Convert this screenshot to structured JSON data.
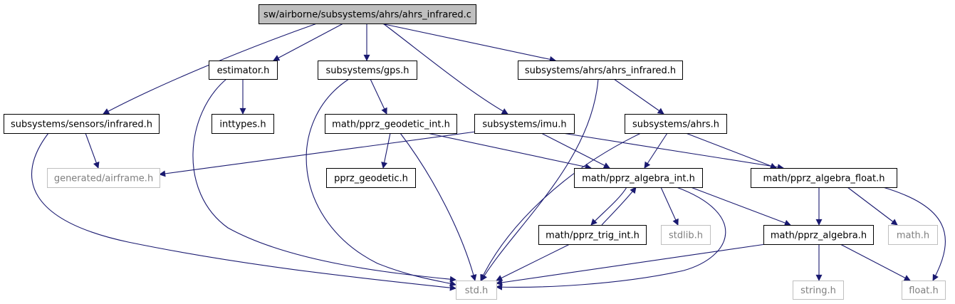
{
  "colors": {
    "edge": "#191970",
    "solid_border": "#000000",
    "gray_border": "#bfbfbf",
    "root_fill": "#bfbfbf",
    "text": "#000000",
    "gray_text": "#7f7f7f"
  },
  "nodes": [
    {
      "id": "root",
      "label": "sw/airborne/subsystems/ahrs/ahrs_infrared.c",
      "style": "root"
    },
    {
      "id": "estimator",
      "label": "estimator.h",
      "style": "solid"
    },
    {
      "id": "gps",
      "label": "subsystems/gps.h",
      "style": "solid"
    },
    {
      "id": "ahrs_infrared_h",
      "label": "subsystems/ahrs/ahrs_infrared.h",
      "style": "solid"
    },
    {
      "id": "infrared",
      "label": "subsystems/sensors/infrared.h",
      "style": "solid"
    },
    {
      "id": "inttypes",
      "label": "inttypes.h",
      "style": "solid"
    },
    {
      "id": "geodetic_int",
      "label": "math/pprz_geodetic_int.h",
      "style": "solid"
    },
    {
      "id": "imu",
      "label": "subsystems/imu.h",
      "style": "solid"
    },
    {
      "id": "ahrs",
      "label": "subsystems/ahrs.h",
      "style": "solid"
    },
    {
      "id": "airframe",
      "label": "generated/airframe.h",
      "style": "gray"
    },
    {
      "id": "pprz_geodetic",
      "label": "pprz_geodetic.h",
      "style": "solid"
    },
    {
      "id": "algebra_int",
      "label": "math/pprz_algebra_int.h",
      "style": "solid"
    },
    {
      "id": "algebra_float",
      "label": "math/pprz_algebra_float.h",
      "style": "solid"
    },
    {
      "id": "trig_int",
      "label": "math/pprz_trig_int.h",
      "style": "solid"
    },
    {
      "id": "stdlib",
      "label": "stdlib.h",
      "style": "gray"
    },
    {
      "id": "algebra",
      "label": "math/pprz_algebra.h",
      "style": "solid"
    },
    {
      "id": "math",
      "label": "math.h",
      "style": "gray"
    },
    {
      "id": "std",
      "label": "std.h",
      "style": "gray"
    },
    {
      "id": "string",
      "label": "string.h",
      "style": "gray"
    },
    {
      "id": "float",
      "label": "float.h",
      "style": "gray"
    }
  ],
  "edges": [
    {
      "from": "root",
      "to": "estimator"
    },
    {
      "from": "root",
      "to": "gps"
    },
    {
      "from": "root",
      "to": "ahrs_infrared_h"
    },
    {
      "from": "root",
      "to": "infrared"
    },
    {
      "from": "root",
      "to": "imu"
    },
    {
      "from": "estimator",
      "to": "inttypes"
    },
    {
      "from": "estimator",
      "to": "std"
    },
    {
      "from": "gps",
      "to": "geodetic_int"
    },
    {
      "from": "gps",
      "to": "std"
    },
    {
      "from": "ahrs_infrared_h",
      "to": "ahrs"
    },
    {
      "from": "ahrs_infrared_h",
      "to": "std"
    },
    {
      "from": "infrared",
      "to": "airframe"
    },
    {
      "from": "infrared",
      "to": "std"
    },
    {
      "from": "geodetic_int",
      "to": "pprz_geodetic"
    },
    {
      "from": "geodetic_int",
      "to": "algebra_int"
    },
    {
      "from": "geodetic_int",
      "to": "std"
    },
    {
      "from": "imu",
      "to": "airframe"
    },
    {
      "from": "imu",
      "to": "algebra_int"
    },
    {
      "from": "imu",
      "to": "algebra_float"
    },
    {
      "from": "ahrs",
      "to": "algebra_int"
    },
    {
      "from": "ahrs",
      "to": "algebra_float"
    },
    {
      "from": "ahrs",
      "to": "std"
    },
    {
      "from": "algebra_int",
      "to": "trig_int"
    },
    {
      "from": "trig_int",
      "to": "algebra_int"
    },
    {
      "from": "algebra_int",
      "to": "stdlib"
    },
    {
      "from": "algebra_int",
      "to": "algebra"
    },
    {
      "from": "algebra_int",
      "to": "std"
    },
    {
      "from": "trig_int",
      "to": "std"
    },
    {
      "from": "algebra_float",
      "to": "algebra"
    },
    {
      "from": "algebra_float",
      "to": "math"
    },
    {
      "from": "algebra_float",
      "to": "float"
    },
    {
      "from": "algebra",
      "to": "std"
    },
    {
      "from": "algebra",
      "to": "string"
    },
    {
      "from": "algebra",
      "to": "float"
    }
  ]
}
